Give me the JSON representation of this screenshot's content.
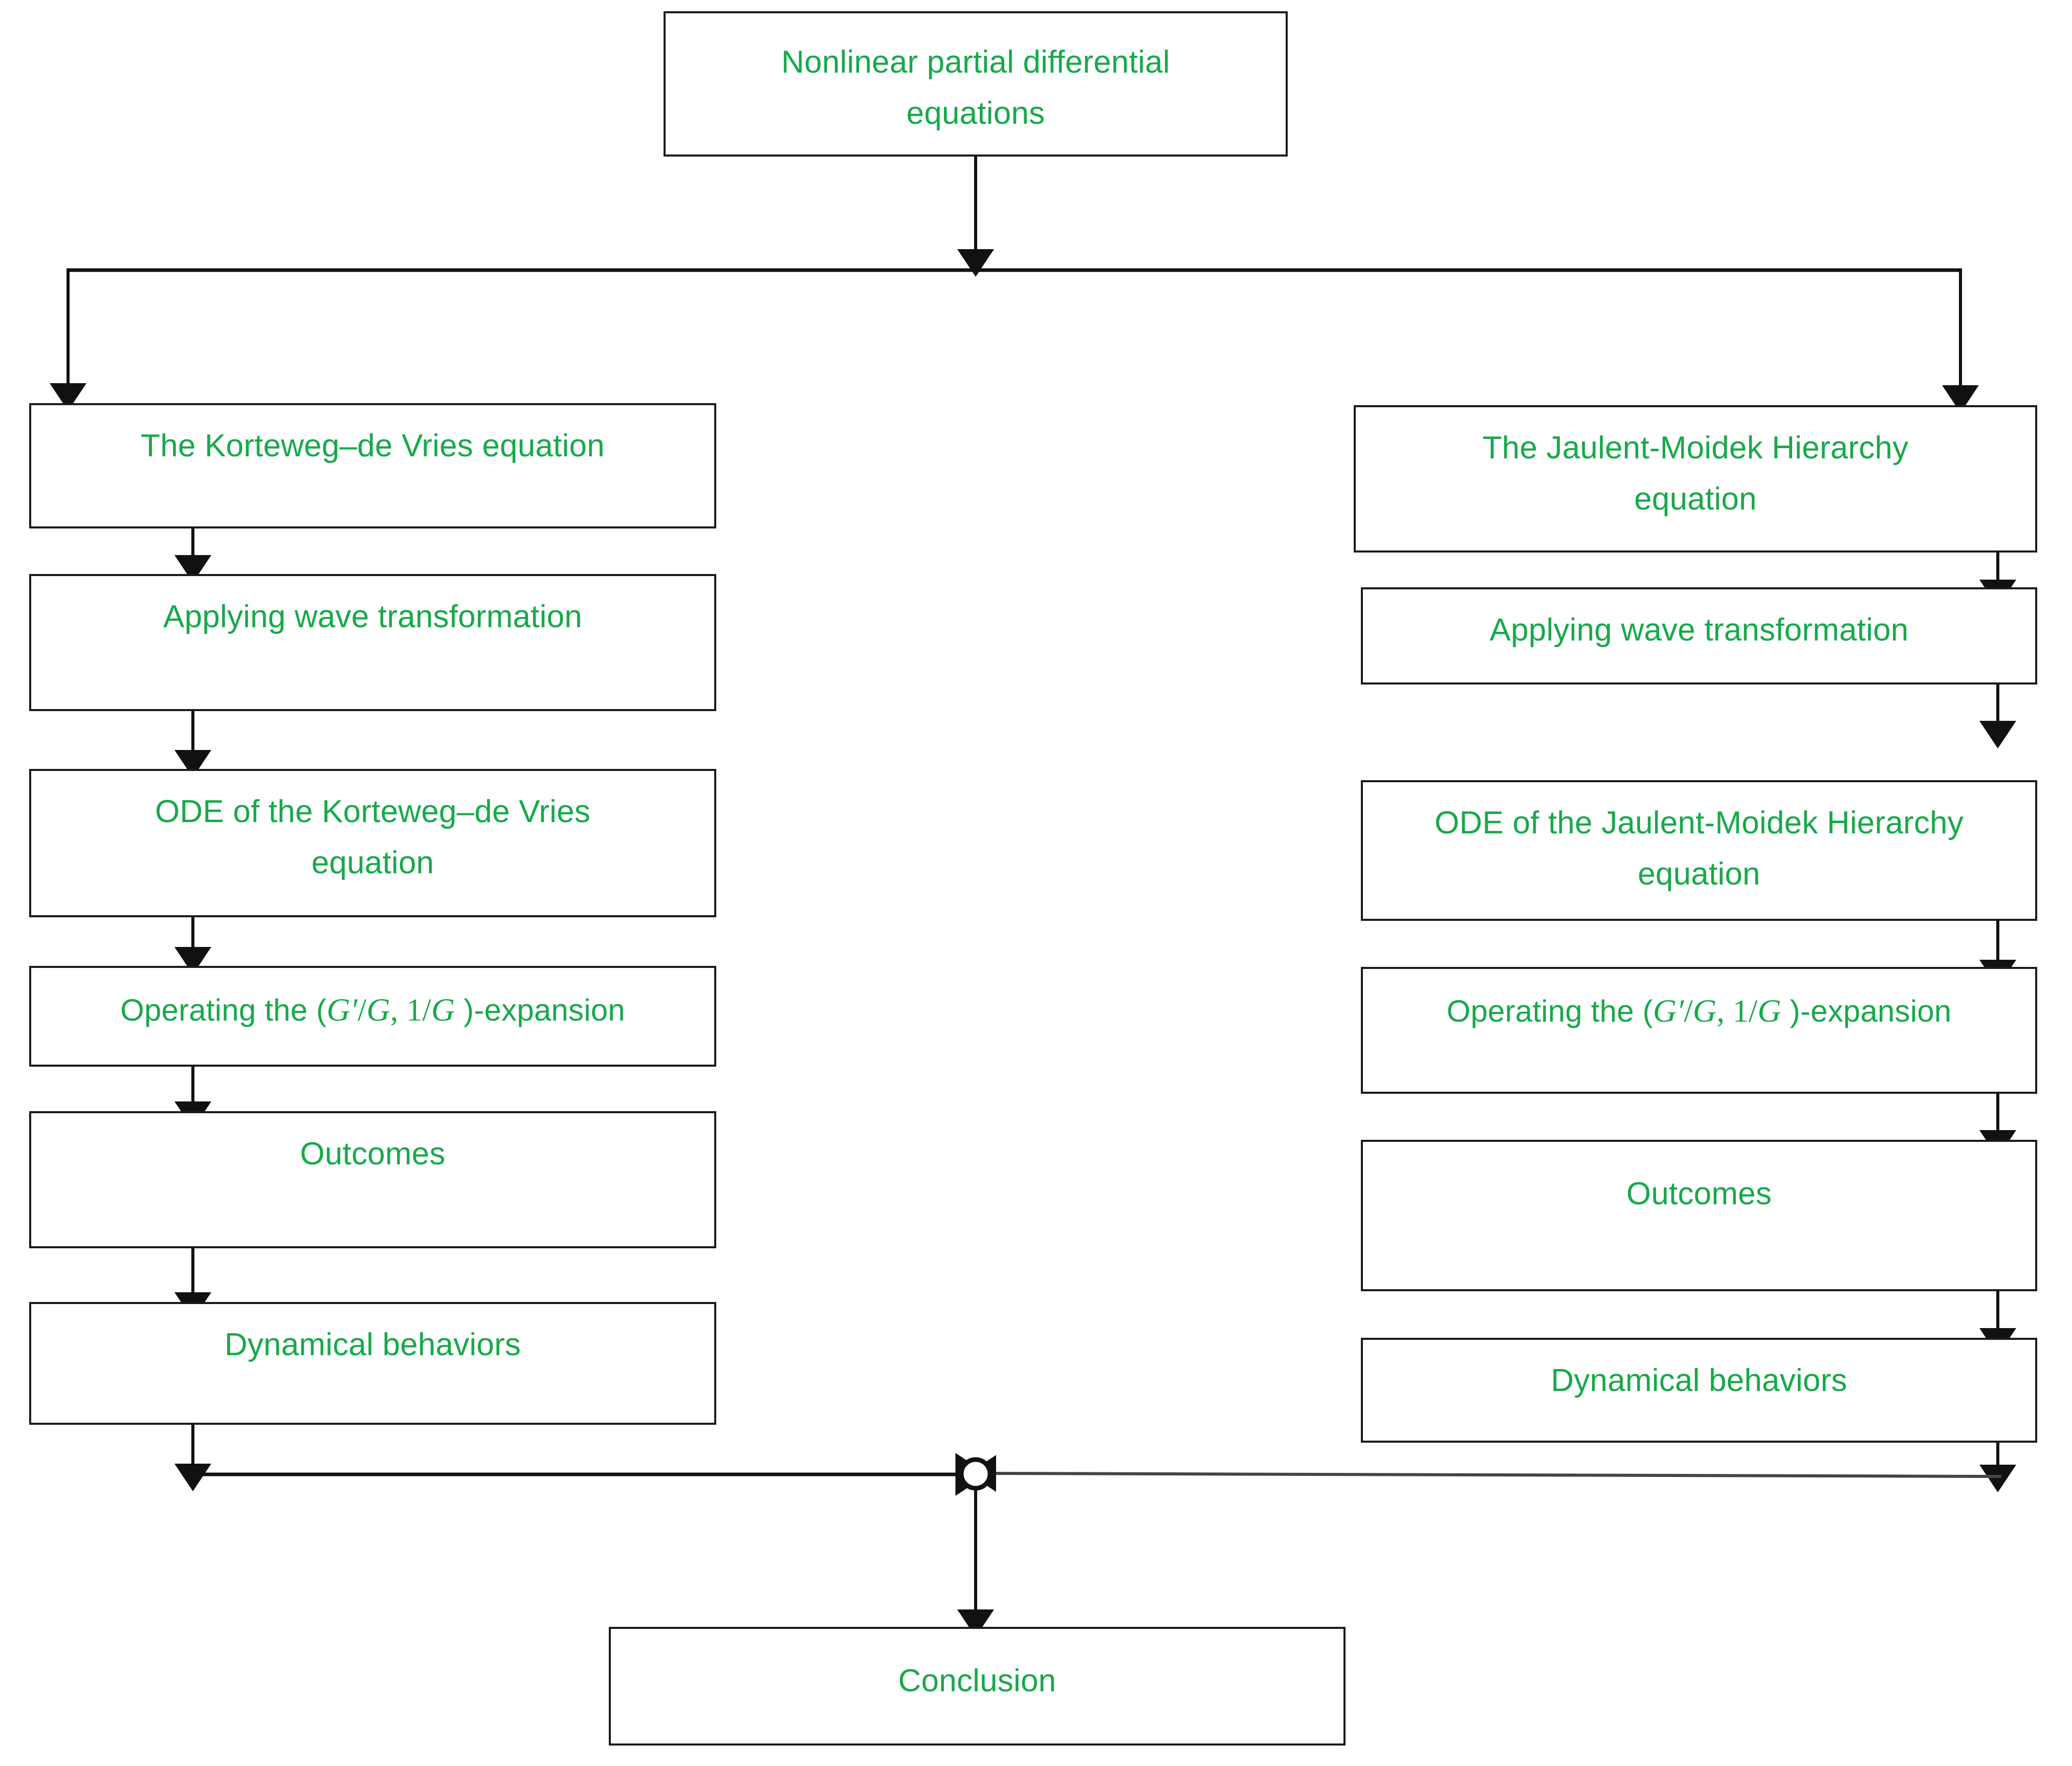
{
  "diagram": {
    "type": "flowchart",
    "title": "Nonlinear partial differential equations solution workflow",
    "text_color": "#17a94a",
    "stroke_color": "#1a1a1a",
    "background": "#ffffff"
  },
  "nodes": {
    "root": {
      "label": "Nonlinear partial differential\nequations"
    },
    "left": {
      "equation": {
        "label": "The Korteweg–de Vries equation"
      },
      "wave_transformation": {
        "label": "Applying wave transformation"
      },
      "ode": {
        "label": "ODE of the Korteweg–de Vries\nequation"
      },
      "expansion": {
        "prefix": "Operating the (",
        "g_sym": "G",
        "prime": "′",
        "slash1": "/",
        "g_sym2": "G",
        "comma": ", ",
        "one": "1",
        "slash2": "/",
        "g_sym3": "G",
        "suffix": " )-expansion"
      },
      "outcomes": {
        "label": "Outcomes"
      },
      "dynamical": {
        "label": "Dynamical behaviors"
      }
    },
    "right": {
      "equation": {
        "label": "The Jaulent-Moidek Hierarchy\nequation"
      },
      "wave_transformation": {
        "label": "Applying wave transformation"
      },
      "ode": {
        "label": "ODE of the Jaulent-Moidek Hierarchy\nequation"
      },
      "expansion": {
        "prefix": "Operating the (",
        "g_sym": "G",
        "prime": "′",
        "slash1": "/",
        "g_sym2": "G",
        "comma": ", ",
        "one": "1",
        "slash2": "/",
        "g_sym3": "G",
        "suffix": " )-expansion"
      },
      "outcomes": {
        "label": "Outcomes"
      },
      "dynamical": {
        "label": "Dynamical behaviors"
      }
    },
    "merge": {
      "label": ""
    },
    "conclusion": {
      "label": "Conclusion"
    }
  },
  "connectors": [
    {
      "name": "root-to-fork",
      "kind": "arrow-down"
    },
    {
      "name": "fork-bar",
      "kind": "horizontal-bar"
    },
    {
      "name": "fork-to-left-equation",
      "kind": "arrow-down"
    },
    {
      "name": "fork-to-right-equation",
      "kind": "arrow-down"
    },
    {
      "name": "left-equation-to-wave",
      "kind": "arrow-down"
    },
    {
      "name": "left-wave-to-ode",
      "kind": "arrow-down"
    },
    {
      "name": "left-ode-to-expansion",
      "kind": "arrow-down"
    },
    {
      "name": "left-expansion-to-outcomes",
      "kind": "arrow-down"
    },
    {
      "name": "left-outcomes-to-dynamical",
      "kind": "arrow-down"
    },
    {
      "name": "left-dynamical-to-merge",
      "kind": "elbow-arrow-right"
    },
    {
      "name": "right-equation-to-wave",
      "kind": "arrow-down"
    },
    {
      "name": "right-wave-to-ode",
      "kind": "arrow-down"
    },
    {
      "name": "right-ode-to-expansion",
      "kind": "arrow-down"
    },
    {
      "name": "right-expansion-to-outcomes",
      "kind": "arrow-down"
    },
    {
      "name": "right-outcomes-to-dynamical",
      "kind": "arrow-down"
    },
    {
      "name": "right-dynamical-to-merge",
      "kind": "elbow-arrow-left"
    },
    {
      "name": "merge-to-conclusion",
      "kind": "arrow-down"
    }
  ]
}
